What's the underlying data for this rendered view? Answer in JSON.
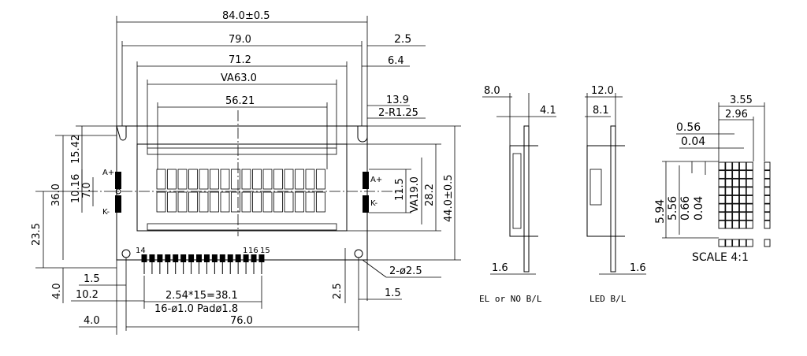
{
  "dims": {
    "overall_width": "84.0±0.5",
    "hole_span": "79.0",
    "bezel_width": "71.2",
    "view_area": "VA63.0",
    "char_area": "56.21",
    "edge_2_5": "2.5",
    "edge_6_4": "6.4",
    "edge_13_9": "13.9",
    "corner_radius": "2-R1.25",
    "height_15_42": "15.42",
    "height_36": "36.0",
    "height_23_5": "23.5",
    "height_10_16": "10.16",
    "height_7": "7.0",
    "height_4": "4.0",
    "va_height": "VA19.0",
    "char_height": "11.5",
    "bezel_height": "28.2",
    "overall_height": "44.0±0.5",
    "edge_1_5_left": "1.5",
    "edge_10_2": "10.2",
    "edge_4_0": "4.0",
    "pitch": "2.54*15=38.1",
    "pads": "16-ø1.0 Padø1.8",
    "hole_span_bottom": "76.0",
    "pin_offset": "2.5",
    "edge_1_5_right": "1.5",
    "mount_holes": "2-ø2.5"
  },
  "pins": {
    "a_plus": "A+",
    "k_minus": "K-",
    "a_plus_right": "A+",
    "k_minus_right": "K-",
    "pin_14": "14",
    "pin_1": "1",
    "pin_16_15": "16",
    "pin_15": "15"
  },
  "side_el": {
    "dim_8": "8.0",
    "dim_4_1": "4.1",
    "dim_1_6": "1.6",
    "caption": "EL or NO B/L"
  },
  "side_led": {
    "dim_12": "12.0",
    "dim_8_1": "8.1",
    "dim_1_6": "1.6",
    "caption": "LED B/L"
  },
  "char_detail": {
    "dim_3_55": "3.55",
    "dim_2_96": "2.96",
    "dim_0_56": "0.56",
    "dim_0_04_h": "0.04",
    "dim_5_94": "5.94",
    "dim_5_56": "5.56",
    "dim_0_66": "0.66",
    "dim_0_04_v": "0.04",
    "scale": "SCALE 4:1"
  }
}
